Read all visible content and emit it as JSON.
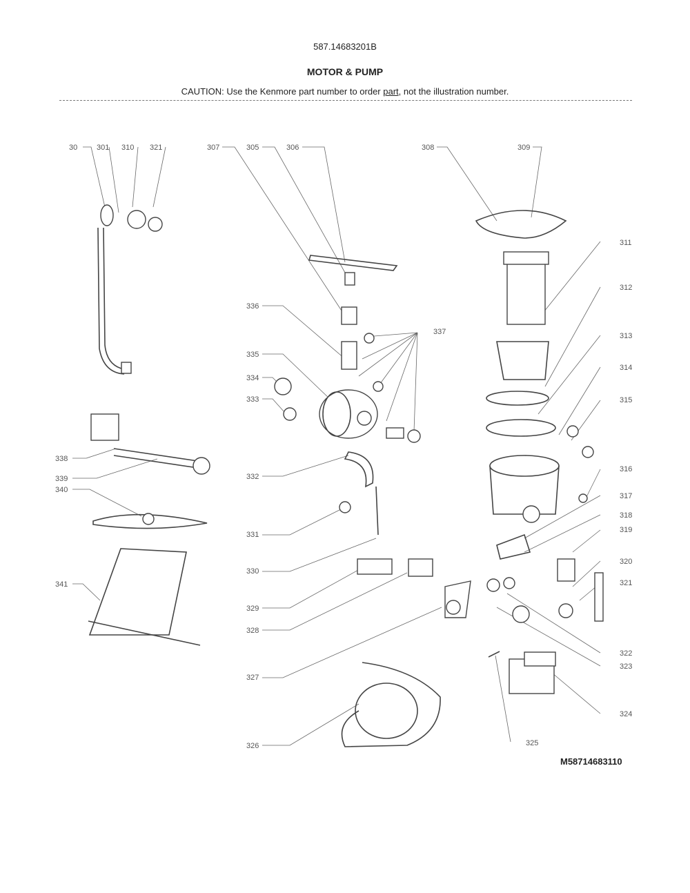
{
  "header": {
    "model_number": "587.14683201B",
    "title": "MOTOR & PUMP",
    "caution_prefix": "CAUTION: Use the Kenmore part number to order ",
    "caution_link": "part",
    "caution_suffix": ", not the illustration number."
  },
  "diagram": {
    "id": "M58714683110",
    "callouts": [
      "30",
      "301",
      "310",
      "321",
      "307",
      "305",
      "306",
      "308",
      "309",
      "311",
      "312",
      "313",
      "314",
      "315",
      "316",
      "317",
      "318",
      "319",
      "320",
      "321",
      "322",
      "323",
      "324",
      "325",
      "326",
      "327",
      "328",
      "329",
      "330",
      "331",
      "332",
      "333",
      "334",
      "335",
      "336",
      "337",
      "338",
      "339",
      "340",
      "341"
    ]
  }
}
